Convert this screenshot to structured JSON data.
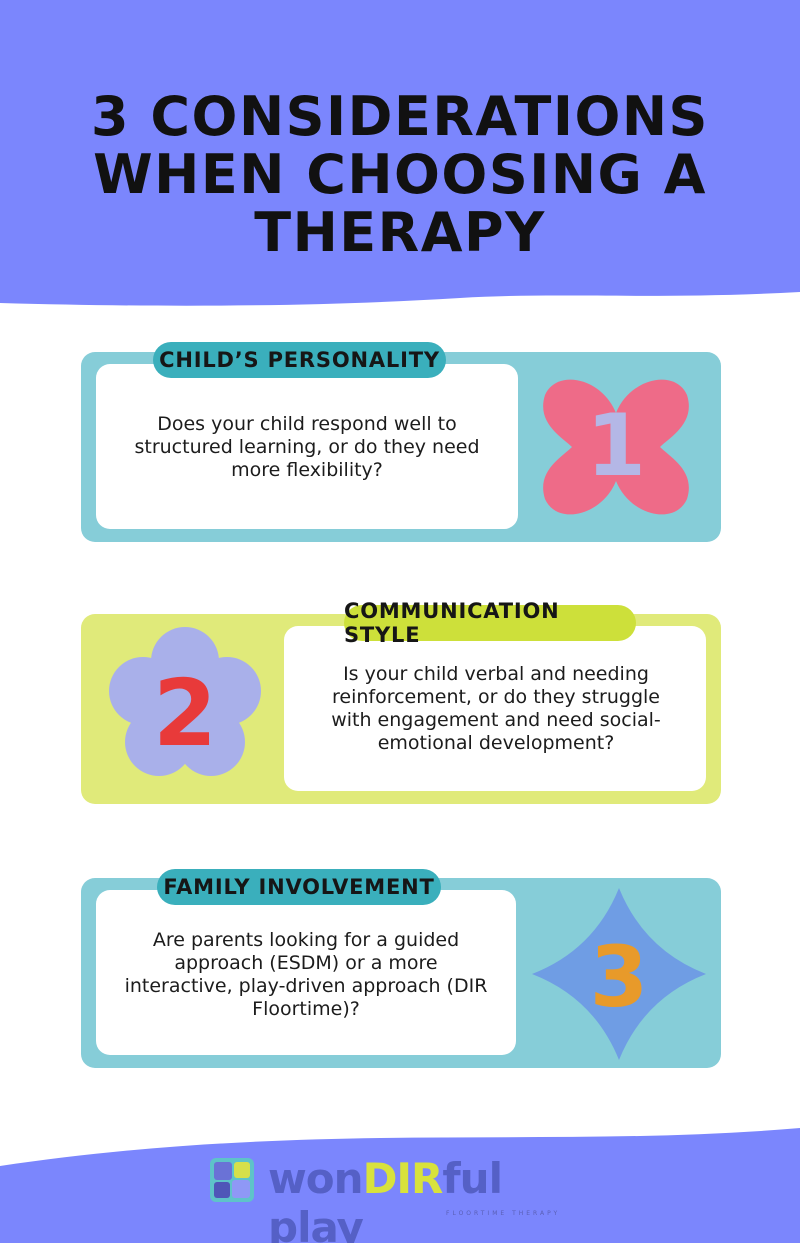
{
  "header": {
    "title_line1": "3 CONSIDERATIONS",
    "title_line2": "WHEN CHOOSING A",
    "title_line3": "THERAPY"
  },
  "considerations": [
    {
      "number": "1",
      "heading": "CHILD’S PERSONALITY",
      "text": "Does your child respond well to structured learning, or do they need more flexibility?"
    },
    {
      "number": "2",
      "heading": "COMMUNICATION STYLE",
      "text": "Is your child verbal and needing reinforcement, or do they struggle with engagement and need social-emotional development?"
    },
    {
      "number": "3",
      "heading": "FAMILY INVOLVEMENT",
      "text": "Are parents looking for a guided approach (ESDM) or a more interactive, play-driven approach (DIR Floortime)?"
    }
  ],
  "logo": {
    "part1": "won",
    "part2": "DIR",
    "part3": "ful play",
    "subtitle": "FLOORTIME THERAPY"
  },
  "colors": {
    "periwinkle": "#7b86fd",
    "teal_card": "#86cdd8",
    "teal_pill": "#3aafbc",
    "lime_card": "#e0ea7a",
    "lime_pill": "#cde03a",
    "pink_shape": "#ee6b88",
    "lavender_shape": "#a9b0ea",
    "blue_shape": "#6f9de4",
    "red_digit": "#e83a3a",
    "orange_digit": "#e89a2a"
  }
}
